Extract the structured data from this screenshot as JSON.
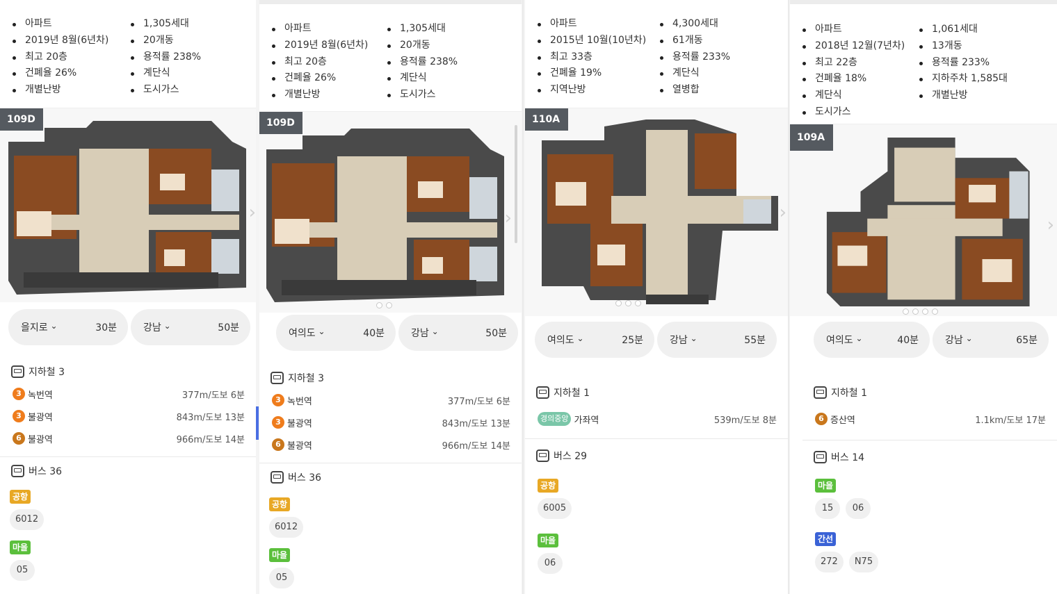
{
  "panels": [
    {
      "facts_left": [
        "아파트",
        "2019년 8월(6년차)",
        "최고 20층",
        "건폐율 26%",
        "개별난방"
      ],
      "facts_right": [
        "1,305세대",
        "20개동",
        "용적률 238%",
        "계단식",
        "도시가스"
      ],
      "size": "109D",
      "commute": [
        {
          "dest": "을지로",
          "time": "30분"
        },
        {
          "dest": "강남",
          "time": "50분"
        }
      ],
      "subway_title": "지하철 3",
      "stations": [
        {
          "line": "3",
          "name": "녹번역",
          "dist": "377m/도보 6분"
        },
        {
          "line": "3",
          "name": "불광역",
          "dist": "843m/도보 13분"
        },
        {
          "line": "6",
          "name": "불광역",
          "dist": "966m/도보 14분"
        }
      ],
      "bus_title": "버스 36",
      "bus_groups": [
        {
          "tag": "공항",
          "color": "#e8a825",
          "routes": [
            "6012"
          ]
        },
        {
          "tag": "마을",
          "color": "#5bbf3c",
          "routes": [
            "05"
          ]
        }
      ]
    },
    {
      "facts_left": [
        "아파트",
        "2019년 8월(6년차)",
        "최고 20층",
        "건폐율 26%",
        "개별난방"
      ],
      "facts_right": [
        "1,305세대",
        "20개동",
        "용적률 238%",
        "계단식",
        "도시가스"
      ],
      "size": "109D",
      "commute": [
        {
          "dest": "여의도",
          "time": "40분"
        },
        {
          "dest": "강남",
          "time": "50분"
        }
      ],
      "subway_title": "지하철 3",
      "stations": [
        {
          "line": "3",
          "name": "녹번역",
          "dist": "377m/도보 6분"
        },
        {
          "line": "3",
          "name": "불광역",
          "dist": "843m/도보 13분"
        },
        {
          "line": "6",
          "name": "불광역",
          "dist": "966m/도보 14분"
        }
      ],
      "bus_title": "버스 36",
      "bus_groups": [
        {
          "tag": "공항",
          "color": "#e8a825",
          "routes": [
            "6012"
          ]
        },
        {
          "tag": "마을",
          "color": "#5bbf3c",
          "routes": [
            "05"
          ]
        }
      ]
    },
    {
      "facts_left": [
        "아파트",
        "2015년 10월(10년차)",
        "최고 33층",
        "건폐율 19%",
        "지역난방"
      ],
      "facts_right": [
        "4,300세대",
        "61개동",
        "용적률 233%",
        "계단식",
        "열병합"
      ],
      "size": "110A",
      "commute": [
        {
          "dest": "여의도",
          "time": "25분"
        },
        {
          "dest": "강남",
          "time": "55분"
        }
      ],
      "subway_title": "지하철 1",
      "stations": [
        {
          "line_tag": "경의중앙",
          "name": "가좌역",
          "dist": "539m/도보 8분"
        }
      ],
      "bus_title": "버스 29",
      "bus_groups": [
        {
          "tag": "공항",
          "color": "#e8a825",
          "routes": [
            "6005"
          ]
        },
        {
          "tag": "마을",
          "color": "#5bbf3c",
          "routes": [
            "06"
          ]
        }
      ]
    },
    {
      "facts_left": [
        "아파트",
        "2018년 12월(7년차)",
        "최고 22층",
        "건폐율 18%",
        "계단식",
        "도시가스"
      ],
      "facts_right": [
        "1,061세대",
        "13개동",
        "용적률 233%",
        "지하주차 1,585대",
        "개별난방"
      ],
      "size": "109A",
      "commute": [
        {
          "dest": "여의도",
          "time": "40분"
        },
        {
          "dest": "강남",
          "time": "65분"
        }
      ],
      "subway_title": "지하철 1",
      "stations": [
        {
          "line": "6",
          "name": "증산역",
          "dist": "1.1km/도보 17분"
        }
      ],
      "bus_title": "버스 14",
      "bus_groups": [
        {
          "tag": "마을",
          "color": "#5bbf3c",
          "routes": [
            "15",
            "06"
          ]
        },
        {
          "tag": "간선",
          "color": "#3a62d6",
          "routes": [
            "272",
            "N75"
          ]
        }
      ]
    }
  ]
}
